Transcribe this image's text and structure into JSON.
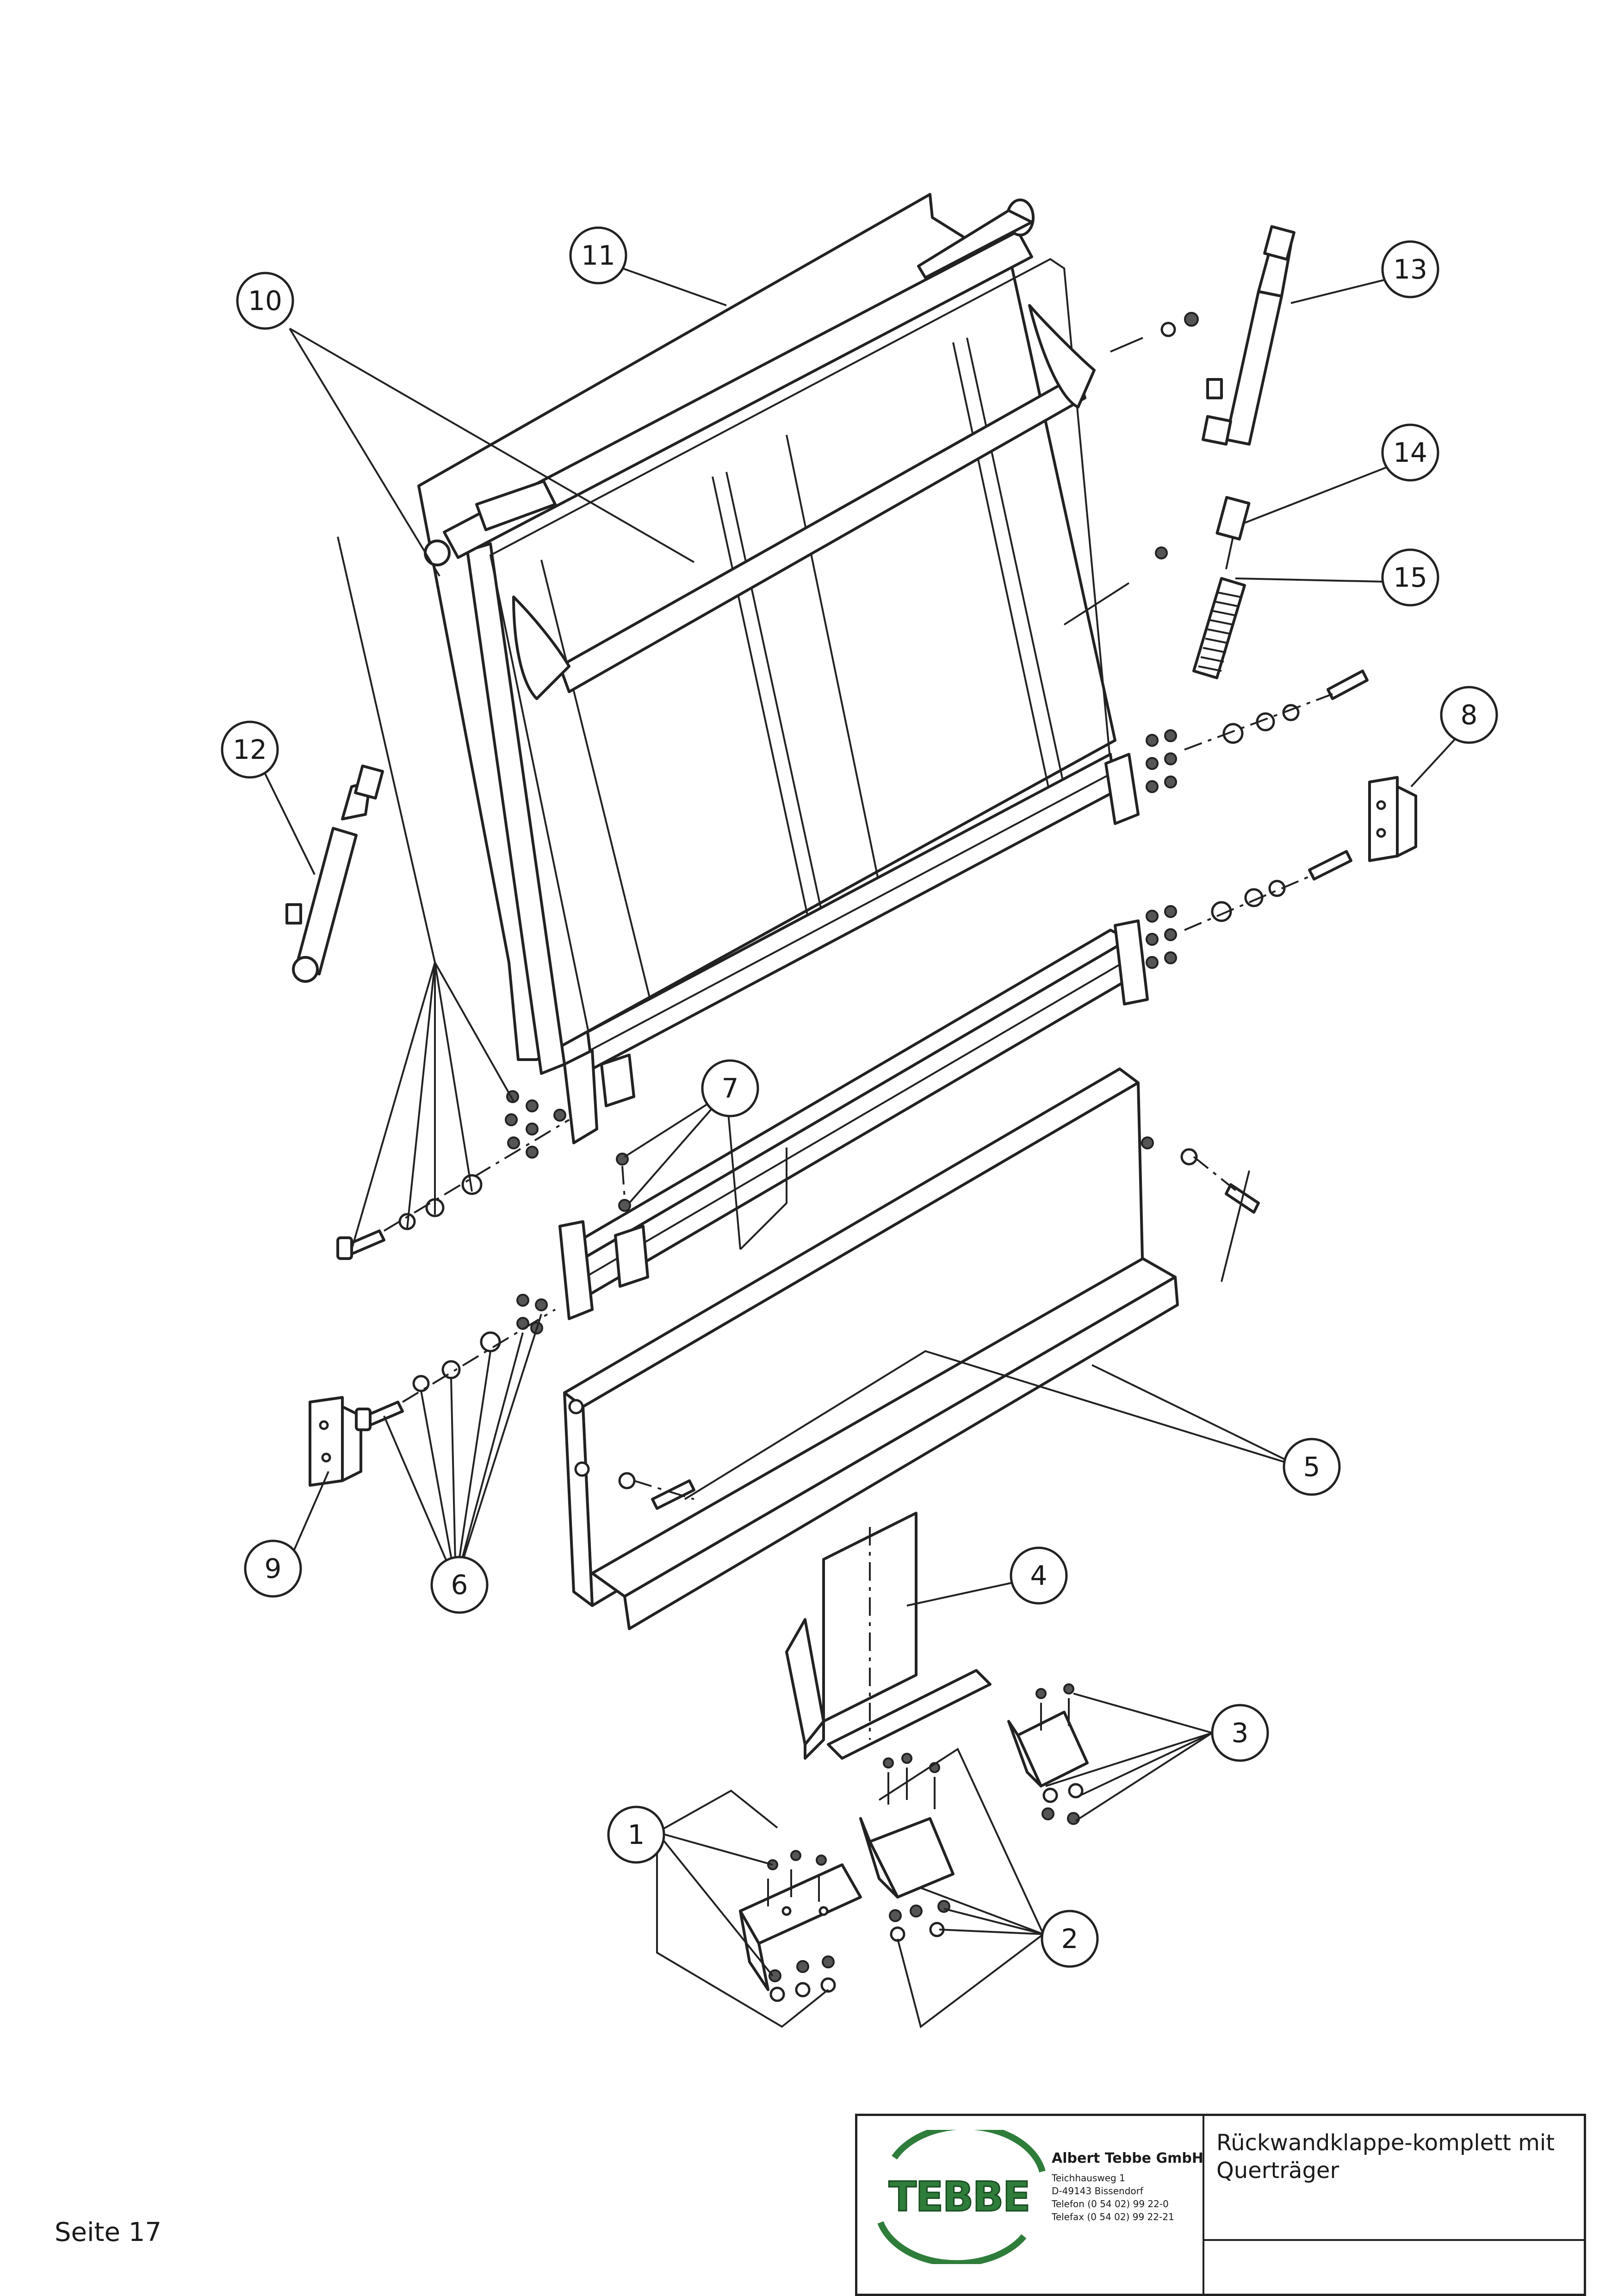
{
  "drawing": {
    "callouts": [
      {
        "id": "c1",
        "label": "1"
      },
      {
        "id": "c2",
        "label": "2"
      },
      {
        "id": "c3",
        "label": "3"
      },
      {
        "id": "c4",
        "label": "4"
      },
      {
        "id": "c5",
        "label": "5"
      },
      {
        "id": "c6",
        "label": "6"
      },
      {
        "id": "c7",
        "label": "7"
      },
      {
        "id": "c8",
        "label": "8"
      },
      {
        "id": "c9",
        "label": "9"
      },
      {
        "id": "c10",
        "label": "10"
      },
      {
        "id": "c11",
        "label": "11"
      },
      {
        "id": "c12",
        "label": "12"
      },
      {
        "id": "c13",
        "label": "13"
      },
      {
        "id": "c14",
        "label": "14"
      },
      {
        "id": "c15",
        "label": "15"
      }
    ]
  },
  "title_block": {
    "logo_text": "TEBBE",
    "company": "Albert Tebbe GmbH",
    "address_lines": [
      "Teichhausweg 1",
      "D-49143 Bissendorf",
      "Telefon (0 54 02) 99 22-0",
      "Telefax (0 54 02) 99 22-21"
    ],
    "title_lines": [
      "Rückwandklappe-komplett mit",
      "Querträger"
    ]
  },
  "page_label": "Seite 17",
  "colors": {
    "logo_green": "#2e7d3a",
    "line": "#222222"
  }
}
